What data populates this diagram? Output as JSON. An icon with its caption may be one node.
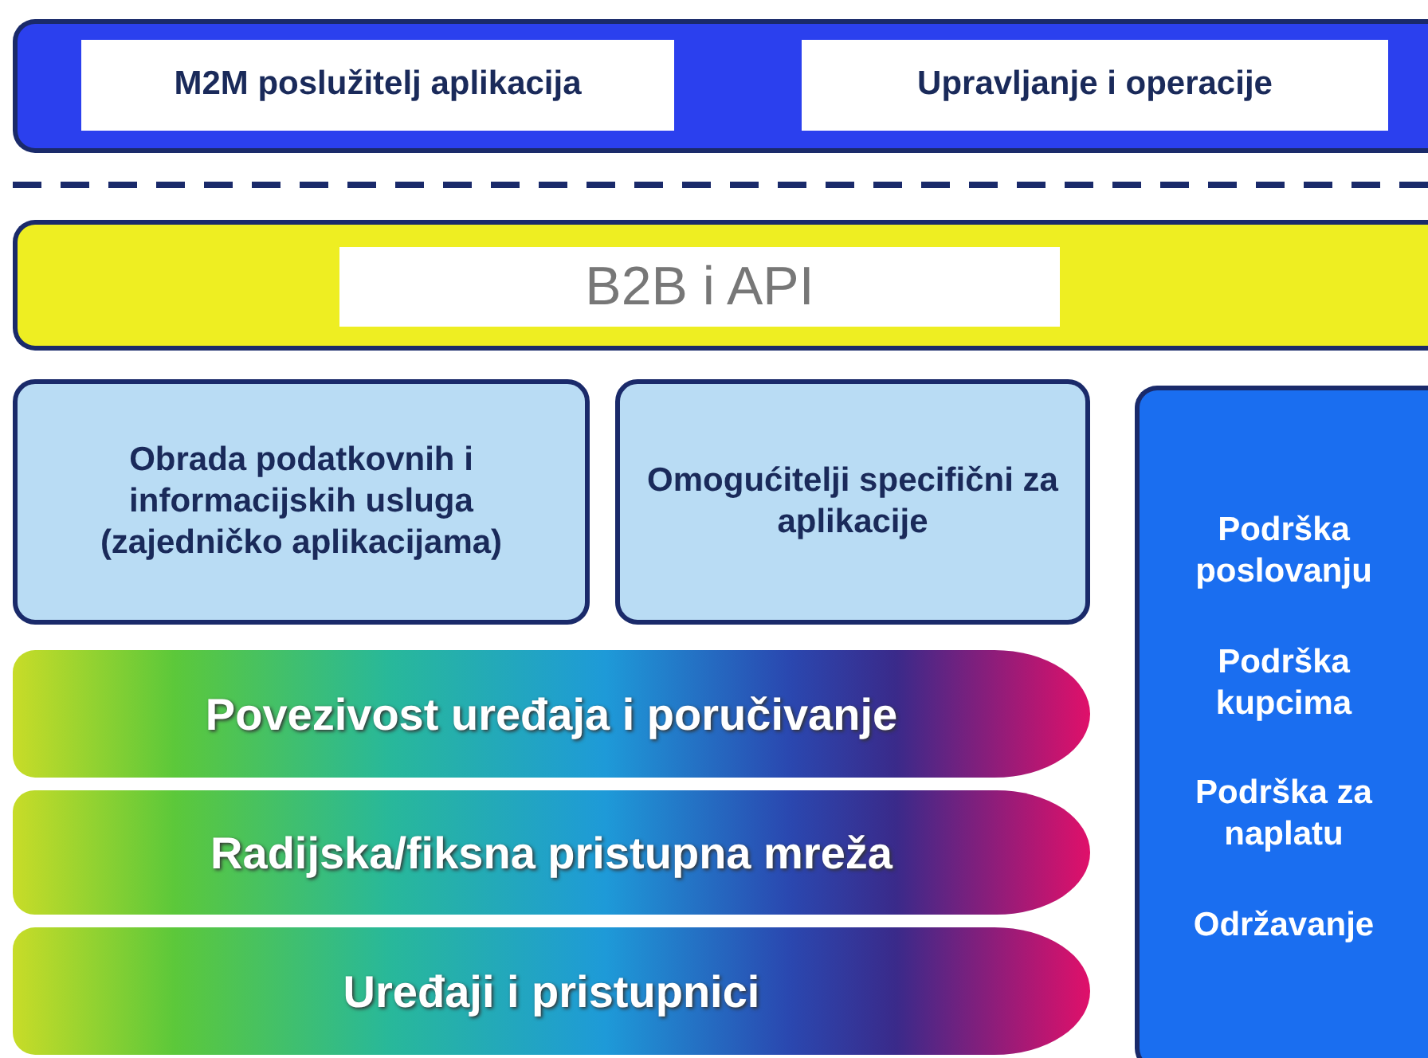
{
  "diagram": {
    "nodes": [
      {
        "text": [],
        "shape": "box"
      },
      {
        "text": [
          "M2M poslužitelj aplikacija"
        ],
        "in": 0
      },
      {
        "text": [
          "Upravljanje i operacije"
        ],
        "in": 0
      },
      {
        "text": [],
        "shape": "box"
      },
      {
        "text": [
          "B2B i API"
        ],
        "in": 3
      },
      {
        "text": [
          "Obrada podatkovnih i informacijskih usluga (zajedničko aplikacijama)"
        ]
      },
      {
        "text": [
          "Omogućitelji specifični za aplikacije"
        ]
      },
      {
        "text": [
          "Podrška poslovanju",
          "Podrška kupcima",
          "Podrška za naplatu",
          "Održavanje"
        ]
      },
      {
        "text": [
          "Povezivost uređaja i poručivanje"
        ]
      },
      {
        "text": [
          "Radijska/fiksna pristupna mreža"
        ]
      },
      {
        "text": [
          "Uređaji i pristupnici"
        ]
      }
    ]
  }
}
